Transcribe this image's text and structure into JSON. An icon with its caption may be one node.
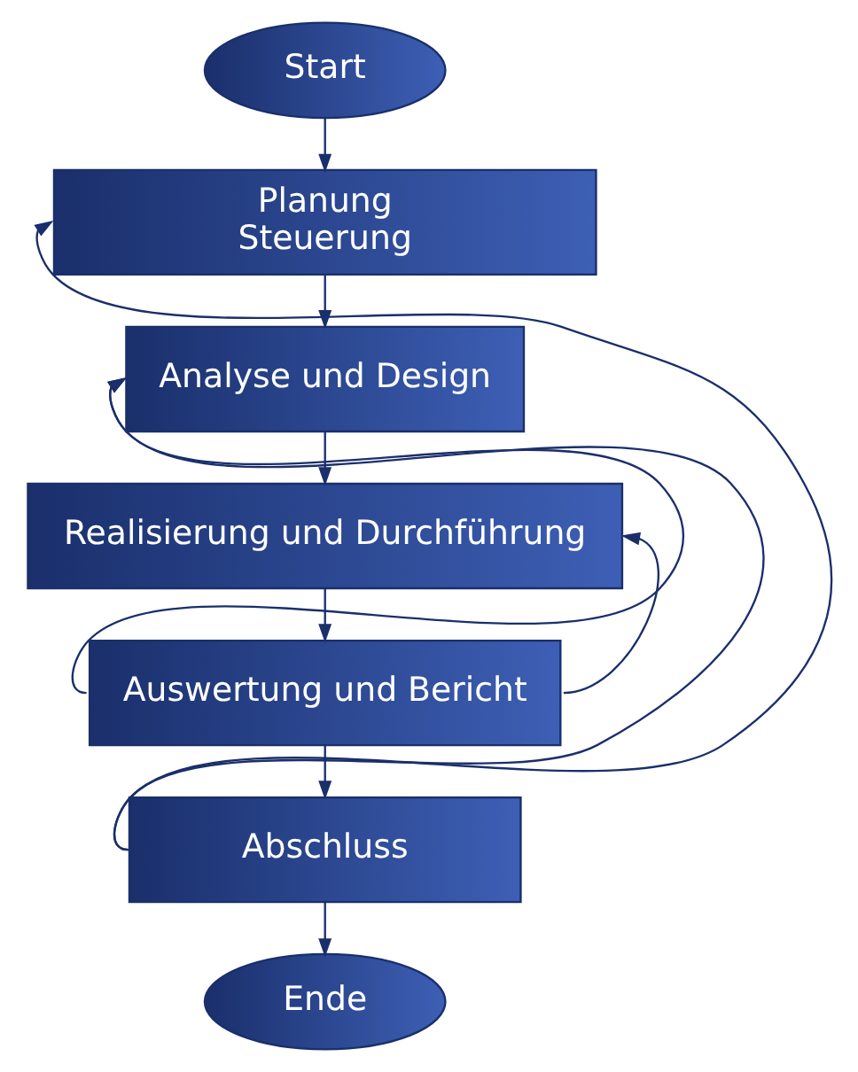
{
  "diagram": {
    "nodes": [
      {
        "text": [
          "Start"
        ]
      },
      {
        "text": [
          "Planung",
          "Steuerung"
        ]
      },
      {
        "text": [
          "Analyse und Design"
        ]
      },
      {
        "text": [
          "Realisierung und Durchführung"
        ]
      },
      {
        "text": [
          "Auswertung und Bericht"
        ]
      },
      {
        "text": [
          "Abschluss"
        ]
      },
      {
        "text": [
          "Ende"
        ]
      }
    ],
    "edges": [
      {
        "from": 0,
        "to": 1,
        "arrow": "to"
      },
      {
        "from": 1,
        "to": 2,
        "arrow": "to"
      },
      {
        "from": 2,
        "to": 3,
        "arrow": "to"
      },
      {
        "from": 3,
        "to": 4,
        "arrow": "to"
      },
      {
        "from": 4,
        "to": 5,
        "arrow": "to"
      },
      {
        "from": 5,
        "to": 6,
        "arrow": "to"
      },
      {
        "from": 5,
        "to": 1,
        "arrow": "to"
      },
      {
        "from": 5,
        "to": 2,
        "arrow": "to"
      },
      {
        "from": 4,
        "to": 2,
        "arrow": "to"
      },
      {
        "from": 4,
        "to": 3,
        "arrow": "to"
      }
    ]
  }
}
